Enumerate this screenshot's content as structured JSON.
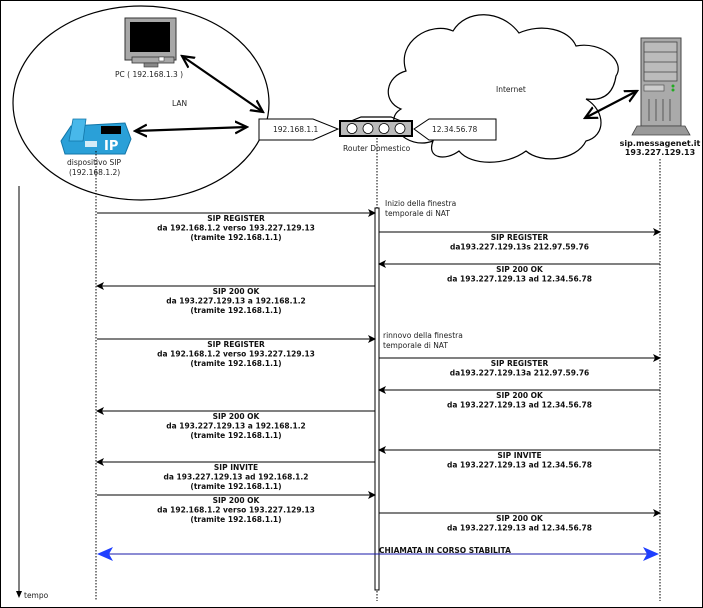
{
  "diagram": {
    "lan_label": "LAN",
    "internet_label": "Internet",
    "pc": {
      "label": "PC ( 192.168.1.3 )"
    },
    "sip_device": {
      "name": "dispositivo SIP",
      "ip": "(192.168.1.2)",
      "badge": "IP"
    },
    "router": {
      "label": "Router Domestico",
      "lan_ip": "192.168.1.1",
      "wan_ip": "12.34.56.78"
    },
    "server": {
      "name": "sip.messagenet.it",
      "ip": "193.227.129.13"
    },
    "time_axis_label": "tempo",
    "notes": {
      "nat_start": [
        "Inizio della finestra",
        "temporale di NAT"
      ],
      "nat_renew": [
        "rinnovo della finestra",
        "temporale di NAT"
      ]
    },
    "messages": [
      {
        "from": "sip",
        "to": "router",
        "lines": [
          "SIP REGISTER",
          "da 192.168.1.2 verso 193.227.129.13",
          "(tramite 192.168.1.1)"
        ]
      },
      {
        "from": "router",
        "to": "server",
        "lines": [
          "SIP REGISTER",
          "da193.227.129.13s 212.97.59.76"
        ]
      },
      {
        "from": "server",
        "to": "router",
        "lines": [
          "SIP 200 OK",
          "da 193.227.129.13 ad 12.34.56.78"
        ]
      },
      {
        "from": "router",
        "to": "sip",
        "lines": [
          "SIP 200 OK",
          "da 193.227.129.13 a 192.168.1.2",
          "(tramite 192.168.1.1)"
        ]
      },
      {
        "from": "sip",
        "to": "router",
        "lines": [
          "SIP REGISTER",
          "da 192.168.1.2 verso 193.227.129.13",
          "(tramite 192.168.1.1)"
        ]
      },
      {
        "from": "router",
        "to": "server",
        "lines": [
          "SIP REGISTER",
          "da193.227.129.13a 212.97.59.76"
        ]
      },
      {
        "from": "server",
        "to": "router",
        "lines": [
          "SIP 200 OK",
          "da 193.227.129.13 ad 12.34.56.78"
        ]
      },
      {
        "from": "router",
        "to": "sip",
        "lines": [
          "SIP 200 OK",
          "da 193.227.129.13 a 192.168.1.2",
          "(tramite 192.168.1.1)"
        ]
      },
      {
        "from": "server",
        "to": "router",
        "lines": [
          "SIP INVITE",
          "da 193.227.129.13 ad 12.34.56.78"
        ]
      },
      {
        "from": "router",
        "to": "sip",
        "lines": [
          "SIP INVITE",
          "da 193.227.129.13 ad 192.168.1.2",
          "(tramite 192.168.1.1)"
        ]
      },
      {
        "from": "sip",
        "to": "router",
        "lines": [
          "SIP 200 OK",
          "da 192.168.1.2 verso 193.227.129.13",
          "(tramite 192.168.1.1)"
        ]
      },
      {
        "from": "router",
        "to": "server",
        "lines": [
          "SIP 200 OK",
          "da 193.227.129.13 ad 12.34.56.78"
        ]
      }
    ],
    "call_established": {
      "label": "CHIAMATA IN CORSO STABILITA",
      "color": "#1a1aa8",
      "arrow_color": "#1f3fff"
    }
  }
}
